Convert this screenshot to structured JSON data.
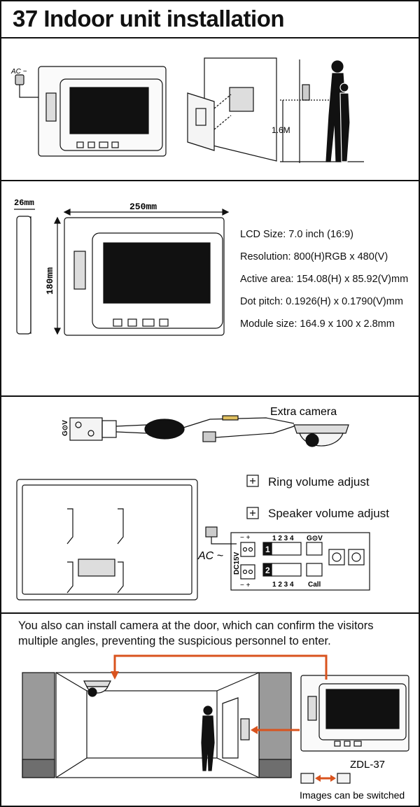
{
  "header": {
    "title": "37  Indoor unit installation"
  },
  "installation": {
    "ac_label": "AC ~",
    "height_label": "1.6M"
  },
  "dimensions": {
    "depth": "26mm",
    "width": "250mm",
    "height": "180mm"
  },
  "specs": [
    "LCD Size: 7.0 inch (16:9)",
    "Resolution: 800(H)RGB x 480(V)",
    "Active area: 154.08(H) x 85.92(V)mm",
    "Dot pitch: 0.1926(H) x 0.1790(V)mm",
    "Module size: 164.9 x 100 x 2.8mm"
  ],
  "wiring": {
    "extra_camera": "Extra camera",
    "connector_label": "G⊙V",
    "ring_volume": "Ring volume adjust",
    "speaker_volume": "Speaker volume adjust",
    "ac_label": "AC ~",
    "dc_label": "DC15V",
    "minus_plus": "−  +",
    "pins_top": "1 2 3 4",
    "pins_bottom": "1 2 3 4",
    "terminal_1": "1",
    "terminal_2": "2",
    "gv_label": "G⊙V",
    "call_label": "Call"
  },
  "door_camera": {
    "description": "You also can install camera at the door, which can confirm the visitors multiple angles, preventing the suspicious personnel to enter.",
    "model": "ZDL-37",
    "switch_caption": "Images can be switched"
  },
  "colors": {
    "line": "#111111",
    "arrow": "#d9531e",
    "wall": "#9a9a9a",
    "wall_dark": "#6e6e6e",
    "screen": "#111111"
  }
}
